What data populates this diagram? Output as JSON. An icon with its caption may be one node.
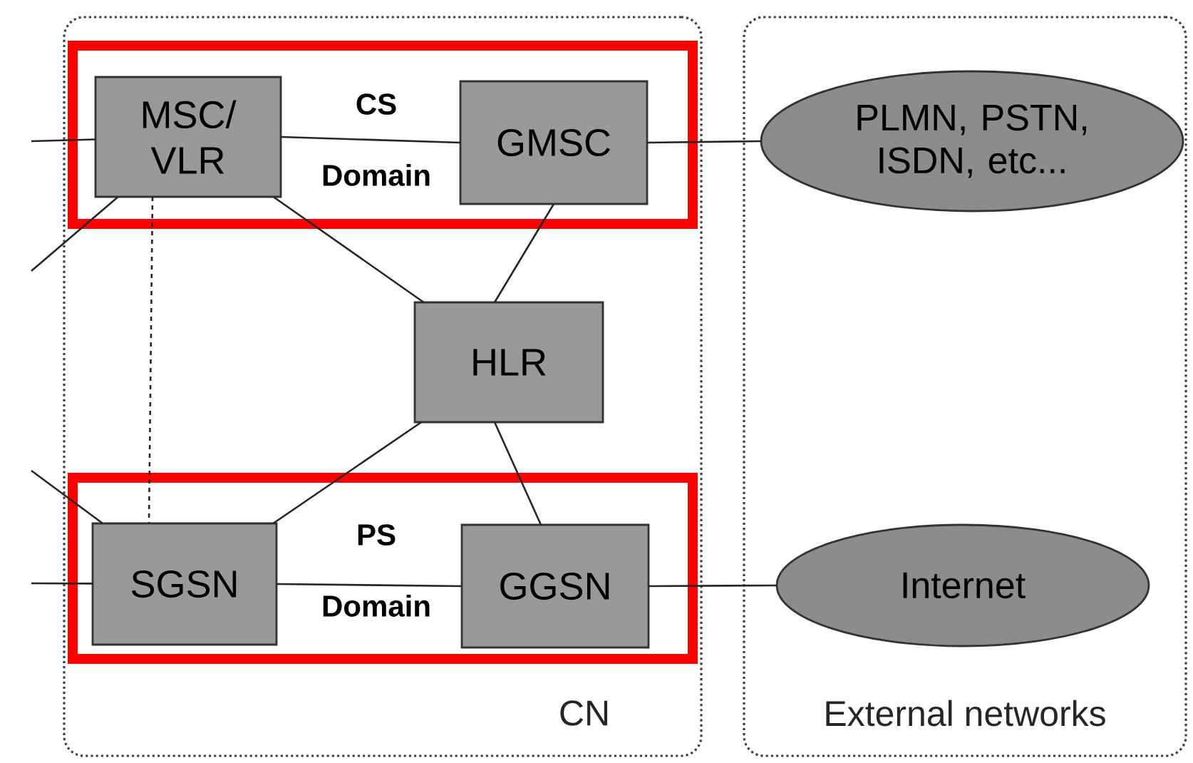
{
  "diagram": {
    "nodes": [
      {
        "text": [
          "CN"
        ]
      },
      {
        "text": [
          "External networks"
        ]
      },
      {
        "text": [
          "CS Domain"
        ],
        "in": 0
      },
      {
        "text": [
          "MSC/ VLR"
        ],
        "in": 2
      },
      {
        "text": [
          "GMSC"
        ],
        "in": 2
      },
      {
        "text": [
          "HLR"
        ],
        "in": 0
      },
      {
        "text": [
          "PS Domain"
        ],
        "in": 0
      },
      {
        "text": [
          "SGSN"
        ],
        "in": 6
      },
      {
        "text": [
          "GGSN"
        ],
        "in": 6
      },
      {
        "text": [
          "PLMN, PSTN, ISDN, etc..."
        ],
        "in": 1
      },
      {
        "text": [
          "Internet"
        ],
        "in": 1
      }
    ],
    "edges": [
      {
        "from": null,
        "to": 3,
        "arrow": "none"
      },
      {
        "from": null,
        "to": 3,
        "arrow": "none"
      },
      {
        "from": null,
        "to": 7,
        "arrow": "none"
      },
      {
        "from": null,
        "to": 7,
        "arrow": "none"
      },
      {
        "from": 3,
        "to": 4,
        "arrow": "none"
      },
      {
        "from": 4,
        "to": 9,
        "arrow": "none"
      },
      {
        "from": 3,
        "to": 7,
        "arrow": "none",
        "style": "dashed"
      },
      {
        "from": 3,
        "to": 5,
        "arrow": "none"
      },
      {
        "from": 4,
        "to": 5,
        "arrow": "none"
      },
      {
        "from": 7,
        "to": 5,
        "arrow": "none"
      },
      {
        "from": 5,
        "to": 8,
        "arrow": "none"
      },
      {
        "from": 7,
        "to": 8,
        "arrow": "none"
      },
      {
        "from": 8,
        "to": 10,
        "arrow": "none"
      }
    ]
  }
}
